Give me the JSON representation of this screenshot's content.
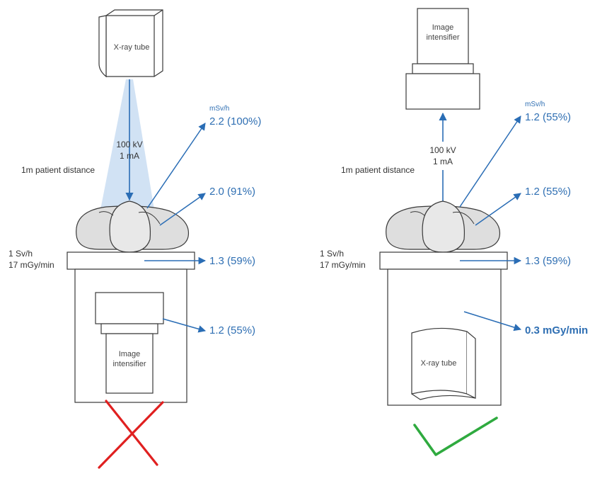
{
  "colors": {
    "arrow": "#2a6db5",
    "beam": "#c9ddf2",
    "outline": "#3a3a3a",
    "body_fill": "#dedede",
    "wrong_mark": "#e02020",
    "right_mark": "#2faa3f"
  },
  "left": {
    "tube_label": "X-ray tube",
    "intensifier_label": "Image\nintensifier",
    "kv": "100 kV",
    "ma": "1 mA",
    "patient_distance": "1m patient distance",
    "dose_top": "1 Sv/h",
    "dose_bottom": "17 mGy/min",
    "unit": "mSv/h",
    "readings": [
      "2.2 (100%)",
      "2.0 (91%)",
      "1.3 (59%)",
      "1.2 (55%)"
    ],
    "verdict_icon": "cross-icon"
  },
  "right": {
    "tube_label": "X-ray tube",
    "intensifier_label": "Image\nintensifier",
    "kv": "100 kV",
    "ma": "1 mA",
    "patient_distance": "1m patient distance",
    "dose_top": "1 Sv/h",
    "dose_bottom": "17 mGy/min",
    "unit": "mSv/h",
    "readings": [
      "1.2 (55%)",
      "1.2 (55%)",
      "1.3 (59%)",
      "0.3 mGy/min"
    ],
    "verdict_icon": "check-icon"
  }
}
